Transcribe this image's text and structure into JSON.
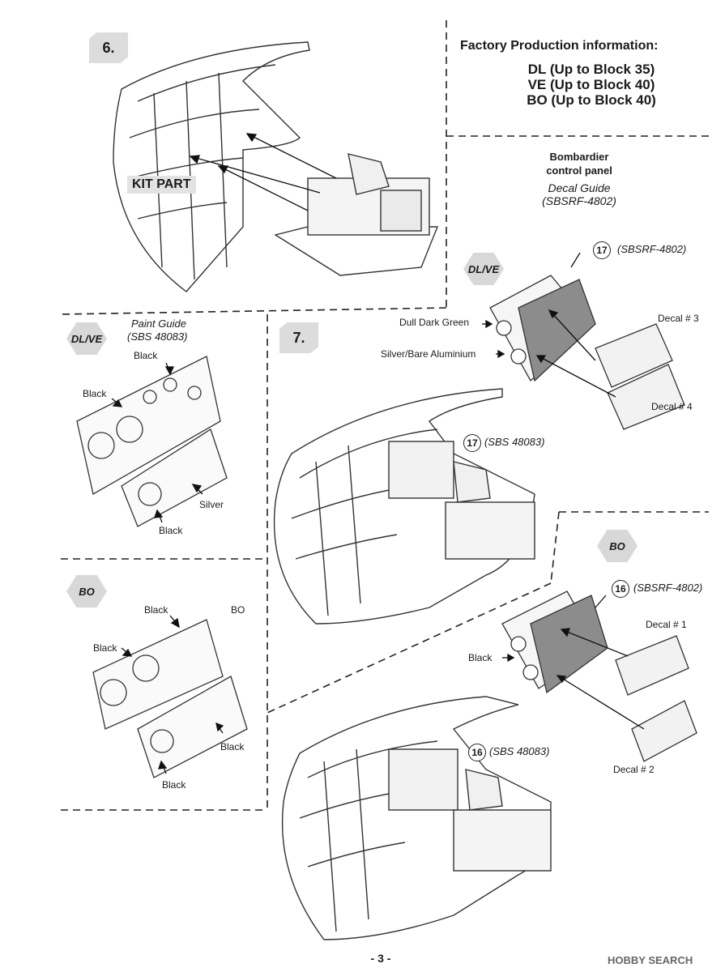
{
  "steps": {
    "step6": "6.",
    "step7": "7."
  },
  "factory": {
    "heading": "Factory Production information:",
    "lines": [
      "DL (Up to Block 35)",
      "VE (Up to Block 40)",
      "BO (Up to Block 40)"
    ]
  },
  "bombardier": {
    "title_line1": "Bombardier",
    "title_line2": "control panel",
    "decal_guide": "Decal  Guide",
    "decal_ref": "(SBSRF-4802)"
  },
  "kit_part": "KIT PART",
  "badges": {
    "dlve": "DL/VE",
    "bo": "BO"
  },
  "paint_guide": {
    "title": "Paint Guide",
    "ref": "(SBS 48083)"
  },
  "left_dlve_labels": {
    "black_top": "Black",
    "black_left": "Black",
    "silver": "Silver",
    "black_bottom": "Black"
  },
  "left_bo_labels": {
    "black_top": "Black",
    "bo_tag": "BO",
    "black_left": "Black",
    "black_right": "Black",
    "black_bottom": "Black"
  },
  "right_dlve": {
    "part_num": "17",
    "part_ref": "(SBSRF-4802)",
    "dull_green": "Dull Dark Green",
    "silver_alu": "Silver/Bare Aluminium",
    "decal3": "Decal # 3",
    "decal4": "Decal # 4"
  },
  "step7_part": {
    "num": "17",
    "ref": "(SBS 48083)"
  },
  "right_bo": {
    "part_num": "16",
    "part_ref": "(SBSRF-4802)",
    "black": "Black",
    "decal1": "Decal # 1",
    "decal2": "Decal # 2"
  },
  "bottom_part": {
    "num": "16",
    "ref": "(SBS 48083)"
  },
  "page_number": "- 3 -",
  "watermark": "HOBBY SEARCH"
}
